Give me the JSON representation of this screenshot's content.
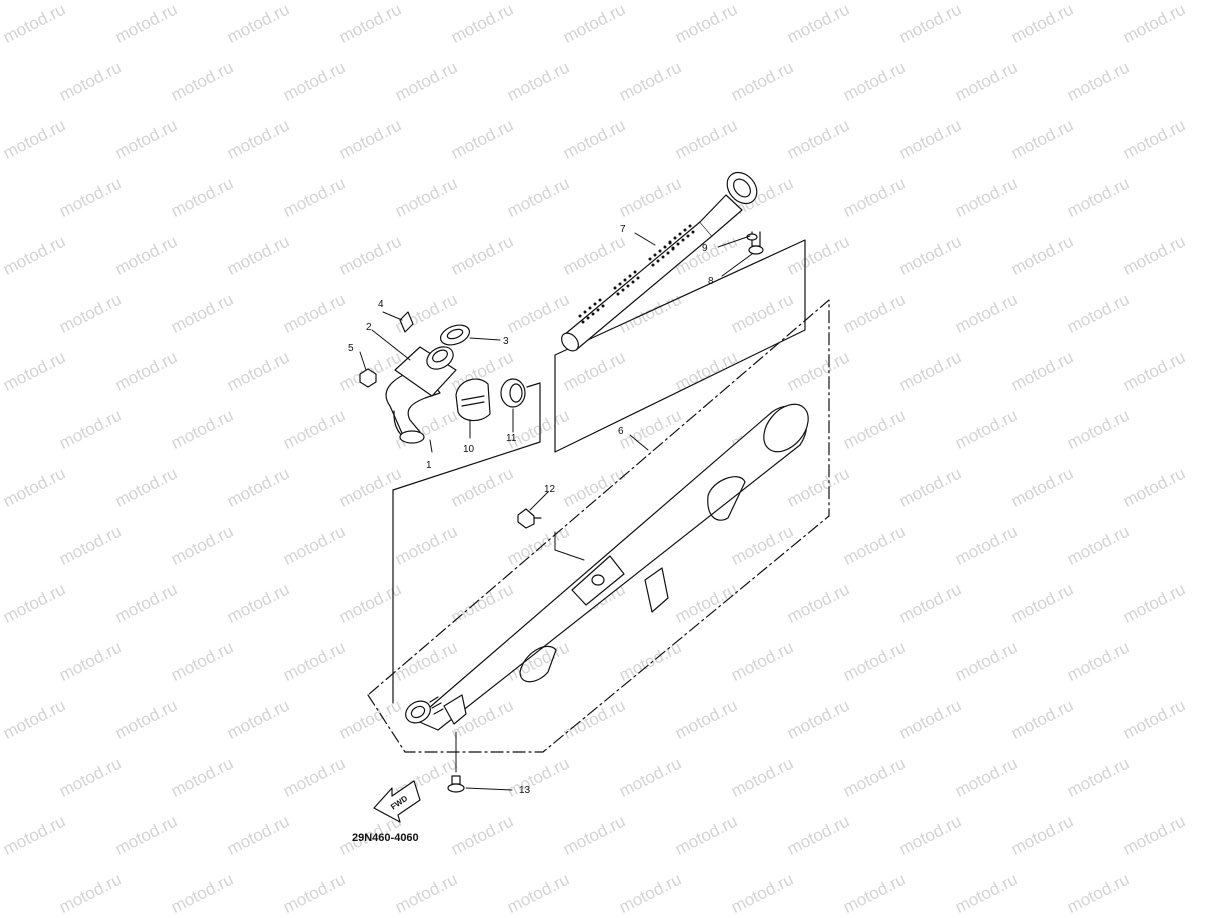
{
  "watermark": {
    "text": "motod.ru",
    "color": "#d4d4d4"
  },
  "diagram": {
    "part_code": "29N460-4060",
    "direction_label": "FWD",
    "callouts": [
      {
        "id": "c1",
        "label": "1"
      },
      {
        "id": "c2",
        "label": "2"
      },
      {
        "id": "c3",
        "label": "3"
      },
      {
        "id": "c4",
        "label": "4"
      },
      {
        "id": "c5",
        "label": "5"
      },
      {
        "id": "c6",
        "label": "6"
      },
      {
        "id": "c7",
        "label": "7"
      },
      {
        "id": "c8",
        "label": "8"
      },
      {
        "id": "c9",
        "label": "9"
      },
      {
        "id": "c10",
        "label": "10"
      },
      {
        "id": "c11",
        "label": "11"
      },
      {
        "id": "c12",
        "label": "12"
      },
      {
        "id": "c13",
        "label": "13"
      }
    ],
    "icons": {
      "direction_arrow": "fwd-arrow-icon"
    },
    "line_color": "#111111"
  }
}
